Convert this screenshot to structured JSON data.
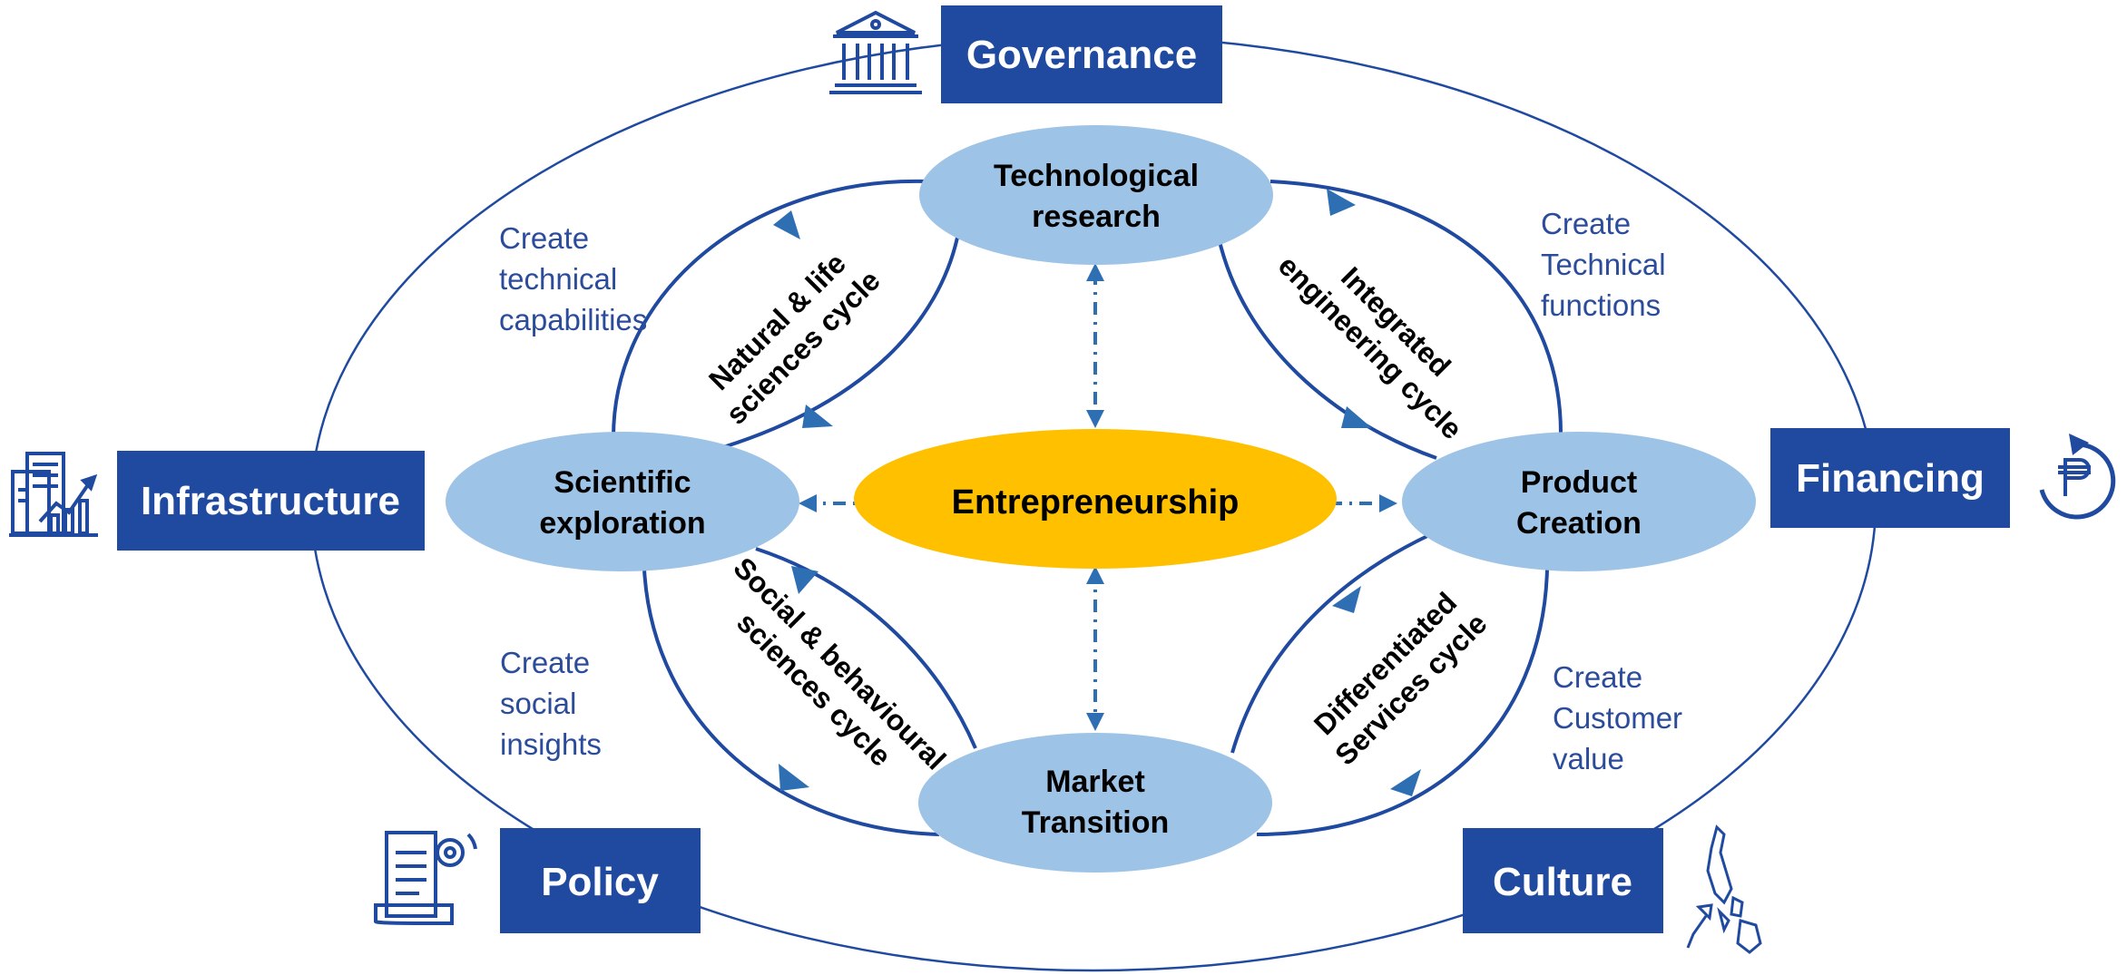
{
  "colors": {
    "box": "#1f4aa0",
    "node": "#9dc3e6",
    "center": "#ffc000",
    "line": "#1f4aa0",
    "arrow": "#2e6fb4",
    "note": "#2b4b9b"
  },
  "boxes": {
    "governance": "Governance",
    "infrastructure": "Infrastructure",
    "financing": "Financing",
    "policy": "Policy",
    "culture": "Culture"
  },
  "nodes": {
    "tech_research": [
      "Technological",
      "research"
    ],
    "sci_exploration": [
      "Scientific",
      "exploration"
    ],
    "entrepreneurship": "Entrepreneurship",
    "product_creation": [
      "Product",
      "Creation"
    ],
    "market_transition": [
      "Market",
      "Transition"
    ]
  },
  "cycles": {
    "natural": [
      "Natural & life",
      "sciences cycle"
    ],
    "integrated": [
      "Integrated",
      "engineering cycle"
    ],
    "social": [
      "Social & behavioural",
      "sciences cycle"
    ],
    "differentiated": [
      "Differentiated",
      "Services cycle"
    ]
  },
  "notes": {
    "tech_capabilities": [
      "Create",
      "technical",
      "capabilities"
    ],
    "tech_functions": [
      "Create",
      "Technical",
      "functions"
    ],
    "social_insights": [
      "Create",
      "social",
      "insights"
    ],
    "customer_value": [
      "Create",
      "Customer",
      "value"
    ]
  },
  "icons": [
    "bank-icon",
    "city-growth-icon",
    "peso-cycle-icon",
    "policy-document-icon",
    "philippines-map-icon"
  ]
}
